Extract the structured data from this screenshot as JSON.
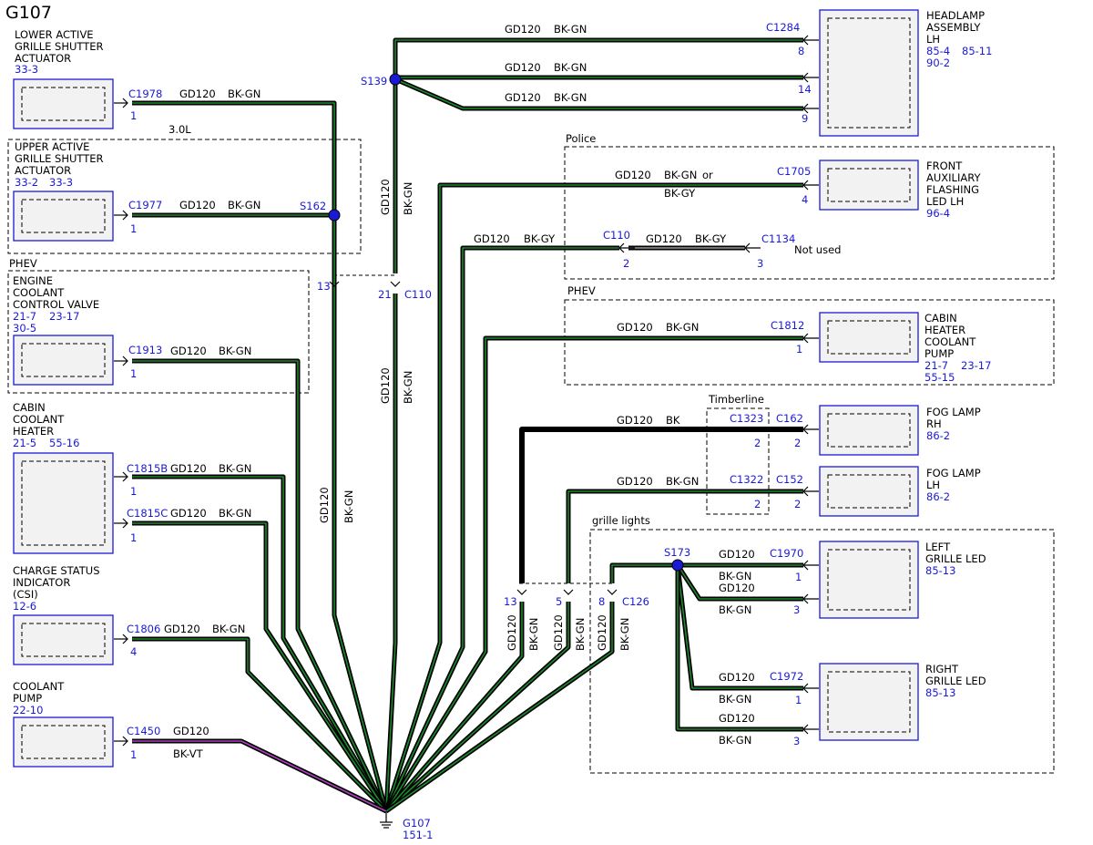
{
  "title": "G107",
  "colors": {
    "wire_green": "#1c8a2c",
    "wire_violet": "#b040c0",
    "ref_blue": "#1a1ad6",
    "splice": "#1a1ad6"
  },
  "ground": {
    "name": "G107",
    "ref": "151-1"
  },
  "left_components": [
    {
      "name_lines": [
        "LOWER ACTIVE",
        "GRILLE SHUTTER",
        "ACTUATOR"
      ],
      "refs": [
        "33-3"
      ],
      "connector": "C1978",
      "pin": "1",
      "wire": "GD120",
      "color": "BK-GN"
    },
    {
      "name_lines": [
        "UPPER ACTIVE",
        "GRILLE SHUTTER",
        "ACTUATOR"
      ],
      "refs": [
        "33-2",
        "33-3"
      ],
      "connector": "C1977",
      "pin": "1",
      "wire": "GD120",
      "color": "BK-GN"
    },
    {
      "name_lines": [
        "ENGINE",
        "COOLANT",
        "CONTROL VALVE"
      ],
      "refs": [
        "21-7",
        "23-17",
        "30-5"
      ],
      "connector": "C1913",
      "pin": "1",
      "wire": "GD120",
      "color": "BK-GN"
    },
    {
      "name_lines": [
        "CABIN",
        "COOLANT",
        "HEATER"
      ],
      "refs": [
        "21-5",
        "55-16"
      ],
      "connector": "C1815B",
      "pin": "1",
      "wire": "GD120",
      "color": "BK-GN",
      "connector2": "C1815C",
      "pin2": "1",
      "wire2": "GD120",
      "color2": "BK-GN"
    },
    {
      "name_lines": [
        "CHARGE STATUS",
        "INDICATOR",
        "(CSI)"
      ],
      "refs": [
        "12-6"
      ],
      "connector": "C1806",
      "pin": "4",
      "wire": "GD120",
      "color": "BK-GN"
    },
    {
      "name_lines": [
        "COOLANT",
        "PUMP"
      ],
      "refs": [
        "22-10"
      ],
      "connector": "C1450",
      "pin": "1",
      "wire": "GD120",
      "color": "BK-VT"
    }
  ],
  "right_components": [
    {
      "name_lines": [
        "HEADLAMP",
        "ASSEMBLY",
        "LH"
      ],
      "refs": [
        "85-4",
        "85-11",
        "90-2"
      ],
      "connector": "C1284",
      "pins": [
        "8",
        "14",
        "9"
      ],
      "wire": "GD120",
      "color": "BK-GN"
    },
    {
      "name_lines": [
        "FRONT",
        "AUXILIARY",
        "FLASHING",
        "LED LH"
      ],
      "refs": [
        "96-4"
      ],
      "connector": "C1705",
      "pin": "4",
      "wire": "GD120",
      "color": "BK-GN",
      "or": "or",
      "color_alt": "BK-GY"
    },
    {
      "name_lines": [
        "CABIN",
        "HEATER",
        "COOLANT",
        "PUMP"
      ],
      "refs": [
        "21-7",
        "23-17",
        "55-15"
      ],
      "connector": "C1812",
      "pin": "1",
      "wire": "GD120",
      "color": "BK-GN"
    },
    {
      "name_lines": [
        "FOG LAMP",
        "RH"
      ],
      "refs": [
        "86-2"
      ],
      "connector": "C162",
      "pin": "2",
      "wire": "GD120",
      "color": "BK",
      "inline": "C1323",
      "inline_pin": "2"
    },
    {
      "name_lines": [
        "FOG LAMP",
        "LH"
      ],
      "refs": [
        "86-2"
      ],
      "connector": "C152",
      "pin": "2",
      "wire": "GD120",
      "color": "BK-GN",
      "inline": "C1322",
      "inline_pin": "2"
    },
    {
      "name_lines": [
        "LEFT",
        "GRILLE LED"
      ],
      "refs": [
        "85-13"
      ],
      "connector": "C1970",
      "pins": [
        "1",
        "3"
      ],
      "wire": "GD120",
      "color": "BK-GN"
    },
    {
      "name_lines": [
        "RIGHT",
        "GRILLE LED"
      ],
      "refs": [
        "85-13"
      ],
      "connector": "C1972",
      "pins": [
        "1",
        "3"
      ],
      "wire": "GD120",
      "color": "BK-GN"
    }
  ],
  "zones": {
    "engine": "3.0L",
    "phev": "PHEV",
    "police": "Police",
    "timberline": "Timberline",
    "grille": "grille lights"
  },
  "splices": [
    "S139",
    "S162",
    "S173"
  ],
  "c110": {
    "connector": "C110",
    "pin_upper": "21",
    "pin_side": "2",
    "pin_13": "13",
    "c1134": "C1134",
    "c1134_pin": "3",
    "not_used": "Not used",
    "wire": "GD120",
    "color": "BK-GY"
  },
  "c126": {
    "connector": "C126",
    "pins": [
      "13",
      "5",
      "8"
    ]
  },
  "trunk_labels": {
    "wire": "GD120",
    "color": "BK-GN"
  }
}
